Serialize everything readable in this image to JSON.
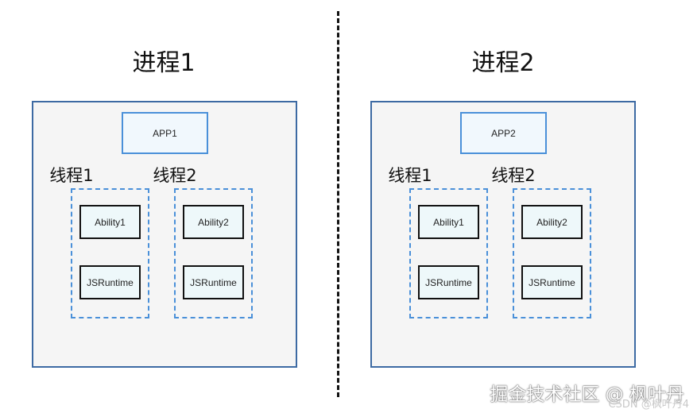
{
  "processes": [
    {
      "title": "进程1",
      "app": "APP1",
      "threads": [
        {
          "label": "线程1",
          "ability": "Ability1",
          "runtime": "JSRuntime"
        },
        {
          "label": "线程2",
          "ability": "Ability2",
          "runtime": "JSRuntime"
        }
      ]
    },
    {
      "title": "进程2",
      "app": "APP2",
      "threads": [
        {
          "label": "线程1",
          "ability": "Ability1",
          "runtime": "JSRuntime"
        },
        {
          "label": "线程2",
          "ability": "Ability2",
          "runtime": "JSRuntime"
        }
      ]
    }
  ],
  "watermark": {
    "main": "掘金技术社区 @ 枫叶丹",
    "sub": "CSDN @枫叶丹4"
  }
}
